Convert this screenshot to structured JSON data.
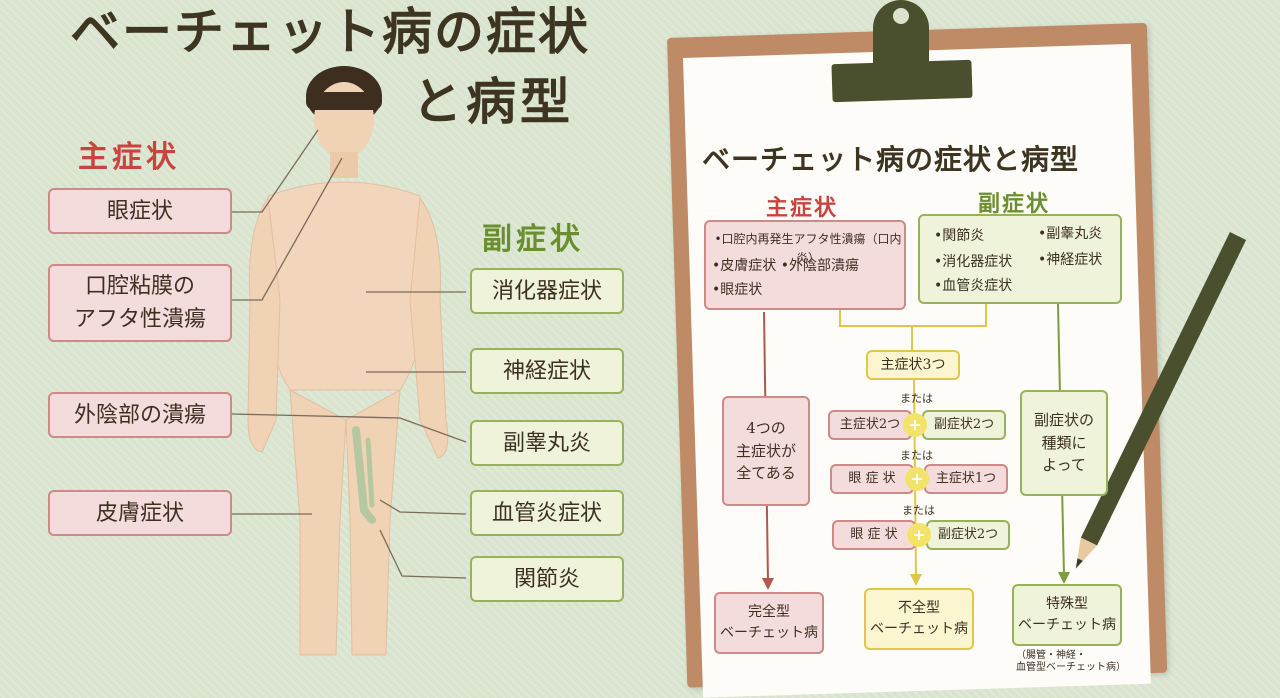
{
  "title": {
    "line1": "ベーチェット病の症状",
    "line2": "と病型"
  },
  "main_symptoms": {
    "heading": "主症状",
    "items": [
      "眼症状",
      "口腔粘膜の",
      "アフタ性潰瘍",
      "外陰部の潰瘍",
      "皮膚症状"
    ]
  },
  "sub_symptoms": {
    "heading": "副症状",
    "items": [
      "消化器症状",
      "神経症状",
      "副睾丸炎",
      "血管炎症状",
      "関節炎"
    ]
  },
  "clipboard": {
    "title": "ベーチェット病の症状と病型",
    "main_heading": "主症状",
    "sub_heading": "副症状",
    "main_list": [
      "•口腔内再発生アフタ性潰瘍（口内炎）",
      "•皮膚症状 •外陰部潰瘍",
      "•眼症状"
    ],
    "sub_list": [
      "•関節炎",
      "•副睾丸炎",
      "•消化器症状",
      "•神経症状",
      "•血管炎症状"
    ],
    "center_top": "主症状3つ",
    "or": "または",
    "combo1_left": "主症状2つ",
    "combo1_right": "副症状2つ",
    "combo2_left": "眼 症 状",
    "combo2_right": "主症状1つ",
    "combo3_left": "眼 症 状",
    "combo3_right": "副症状2つ",
    "plus": "+",
    "left_cond": [
      "4つの",
      "主症状が",
      "全てある"
    ],
    "right_cond": [
      "副症状の",
      "種類に",
      "よって"
    ],
    "type_complete": [
      "完全型",
      "ベーチェット病"
    ],
    "type_incomplete": [
      "不全型",
      "ベーチェット病"
    ],
    "type_special": [
      "特殊型",
      "ベーチェット病"
    ],
    "special_note": [
      "（腸管・神経・",
      "血管型ベーチェット病）"
    ]
  },
  "colors": {
    "main": "#c9443e",
    "sub": "#6b8f2e",
    "background": "#d9e4cf"
  }
}
